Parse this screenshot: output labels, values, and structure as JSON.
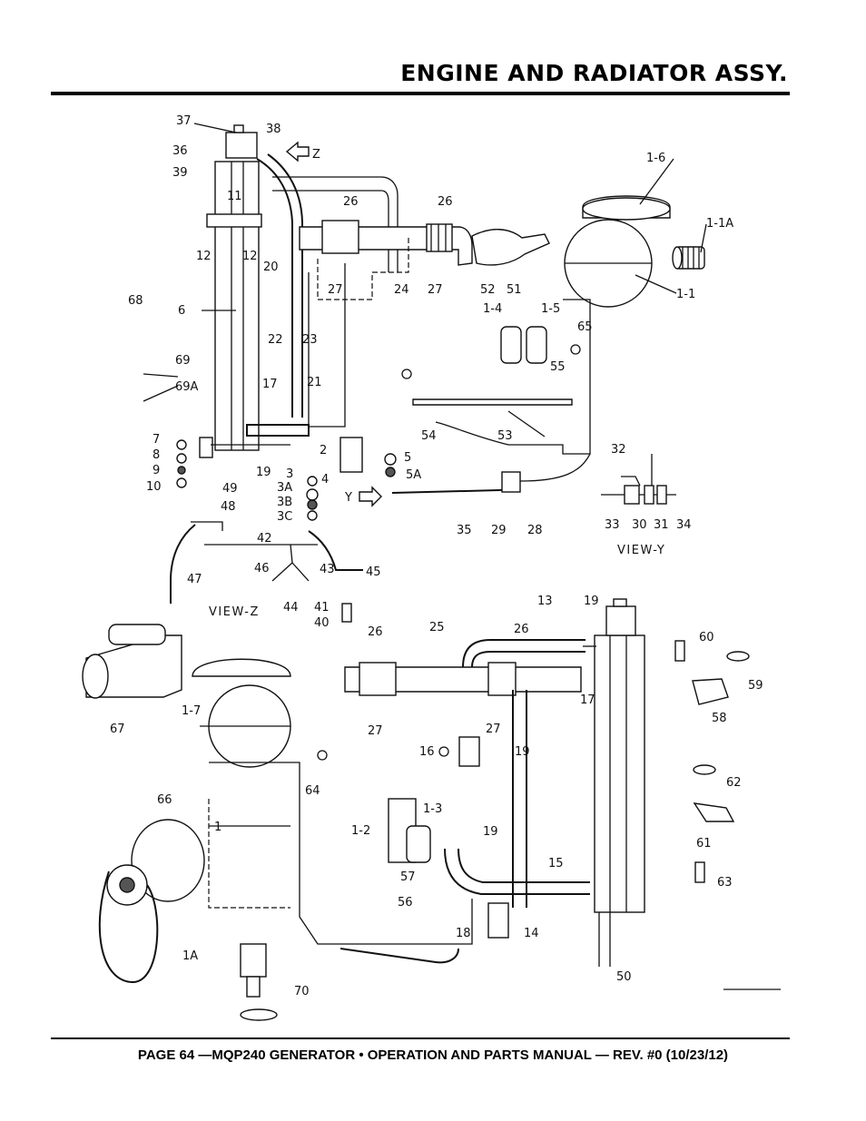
{
  "header": {
    "title": "ENGINE AND RADIATOR ASSY."
  },
  "footer": {
    "text": "PAGE 64 —MQP240 GENERATOR • OPERATION AND PARTS MANUAL — REV. #0 (10/23/12)"
  },
  "views": {
    "view_y": "VIEW-Y",
    "view_z": "VIEW-Z",
    "arrow_y": "Y",
    "arrow_z": "Z"
  },
  "callouts": [
    "37",
    "38",
    "36",
    "39",
    "1-6",
    "11",
    "26",
    "26",
    "12",
    "12",
    "20",
    "1-1A",
    "68",
    "27",
    "24",
    "27",
    "52",
    "51",
    "1-1",
    "6",
    "22",
    "23",
    "1-4",
    "1-5",
    "65",
    "69",
    "55",
    "69A",
    "17",
    "21",
    "54",
    "53",
    "7",
    "8",
    "9",
    "10",
    "49",
    "19",
    "2",
    "5",
    "5A",
    "32",
    "3",
    "3A",
    "4",
    "3B",
    "3C",
    "48",
    "33",
    "30",
    "31",
    "34",
    "35",
    "29",
    "28",
    "42",
    "46",
    "43",
    "45",
    "47",
    "44",
    "41",
    "40",
    "13",
    "19",
    "VIEW-Y",
    "26",
    "25",
    "26",
    "60",
    "59",
    "67",
    "17",
    "58",
    "1-7",
    "27",
    "27",
    "16",
    "19",
    "64",
    "66",
    "62",
    "1",
    "1-2",
    "1-3",
    "61",
    "19",
    "15",
    "63",
    "57",
    "56",
    "18",
    "14",
    "1A",
    "70",
    "50"
  ]
}
